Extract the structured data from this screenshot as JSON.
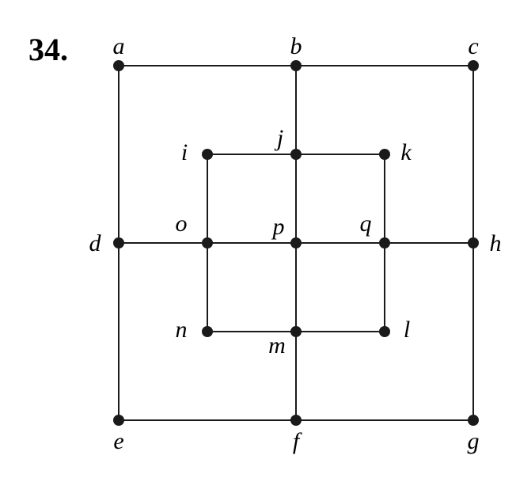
{
  "problem_number": "34.",
  "graph": {
    "vertices": [
      {
        "id": "a",
        "label": "a"
      },
      {
        "id": "b",
        "label": "b"
      },
      {
        "id": "c",
        "label": "c"
      },
      {
        "id": "d",
        "label": "d"
      },
      {
        "id": "e",
        "label": "e"
      },
      {
        "id": "f",
        "label": "f"
      },
      {
        "id": "g",
        "label": "g"
      },
      {
        "id": "h",
        "label": "h"
      },
      {
        "id": "i",
        "label": "i"
      },
      {
        "id": "j",
        "label": "j"
      },
      {
        "id": "k",
        "label": "k"
      },
      {
        "id": "l",
        "label": "l"
      },
      {
        "id": "m",
        "label": "m"
      },
      {
        "id": "n",
        "label": "n"
      },
      {
        "id": "o",
        "label": "o"
      },
      {
        "id": "p",
        "label": "p"
      },
      {
        "id": "q",
        "label": "q"
      }
    ],
    "edges": [
      [
        "a",
        "b"
      ],
      [
        "b",
        "c"
      ],
      [
        "a",
        "d"
      ],
      [
        "d",
        "e"
      ],
      [
        "c",
        "h"
      ],
      [
        "h",
        "g"
      ],
      [
        "e",
        "f"
      ],
      [
        "f",
        "g"
      ],
      [
        "b",
        "j"
      ],
      [
        "j",
        "p"
      ],
      [
        "p",
        "m"
      ],
      [
        "m",
        "f"
      ],
      [
        "d",
        "o"
      ],
      [
        "o",
        "p"
      ],
      [
        "p",
        "q"
      ],
      [
        "q",
        "h"
      ],
      [
        "i",
        "j"
      ],
      [
        "j",
        "k"
      ],
      [
        "i",
        "o"
      ],
      [
        "o",
        "n"
      ],
      [
        "k",
        "q"
      ],
      [
        "q",
        "l"
      ],
      [
        "n",
        "m"
      ],
      [
        "m",
        "l"
      ]
    ]
  }
}
